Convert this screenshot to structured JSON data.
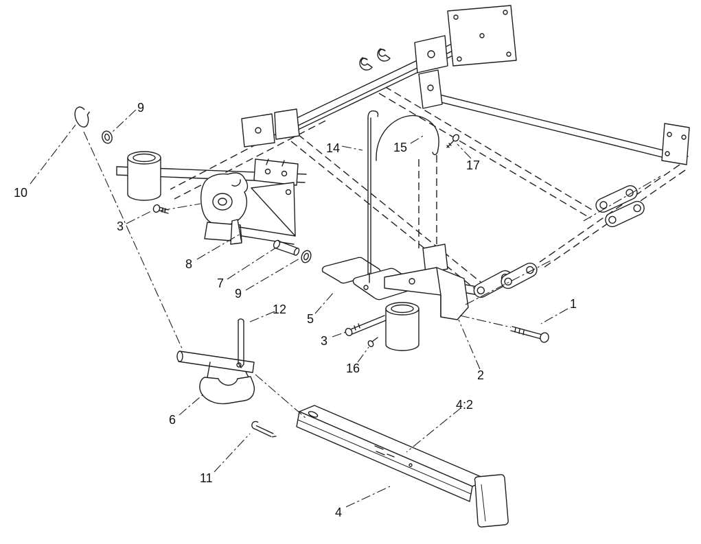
{
  "meta": {
    "type": "exploded-parts-diagram",
    "background": "#ffffff",
    "ink": "#1f1f1f"
  },
  "callouts": [
    {
      "id": "9a",
      "label": "9"
    },
    {
      "id": "10",
      "label": "10"
    },
    {
      "id": "3a",
      "label": "3"
    },
    {
      "id": "8",
      "label": "8"
    },
    {
      "id": "7",
      "label": "7"
    },
    {
      "id": "9b",
      "label": "9"
    },
    {
      "id": "14",
      "label": "14"
    },
    {
      "id": "15",
      "label": "15"
    },
    {
      "id": "17",
      "label": "17"
    },
    {
      "id": "5",
      "label": "5"
    },
    {
      "id": "3b",
      "label": "3"
    },
    {
      "id": "16",
      "label": "16"
    },
    {
      "id": "12",
      "label": "12"
    },
    {
      "id": "2",
      "label": "2"
    },
    {
      "id": "1",
      "label": "1"
    },
    {
      "id": "6",
      "label": "6"
    },
    {
      "id": "11",
      "label": "11"
    },
    {
      "id": "4-2",
      "label": "4:2"
    },
    {
      "id": "4",
      "label": "4"
    }
  ]
}
